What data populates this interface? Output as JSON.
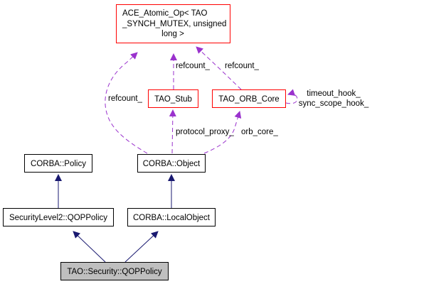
{
  "diagram": {
    "title": "TAO::Security::QOPPolicy collaboration graph",
    "colors": {
      "inheritance_edge": "#191970",
      "usage_edge": "#9a32cd",
      "node_border_default": "#000000",
      "node_border_undocumented": "#ff0000",
      "focus_node_fill": "#bfbfbf",
      "node_fill": "#ffffff"
    },
    "nodes": {
      "ace_atomic_op": {
        "lines": [
          "ACE_Atomic_Op< TAO",
          "_SYNCH_MUTEX, unsigned",
          "long >"
        ],
        "border": "red"
      },
      "tao_stub": {
        "lines": [
          "TAO_Stub"
        ],
        "border": "red"
      },
      "tao_orb_core": {
        "lines": [
          "TAO_ORB_Core"
        ],
        "border": "red"
      },
      "corba_policy": {
        "lines": [
          "CORBA::Policy"
        ],
        "border": "black"
      },
      "corba_object": {
        "lines": [
          "CORBA::Object"
        ],
        "border": "black"
      },
      "securitylevel2_qoppolicy": {
        "lines": [
          "SecurityLevel2::QOPPolicy"
        ],
        "border": "black"
      },
      "corba_localobject": {
        "lines": [
          "CORBA::LocalObject"
        ],
        "border": "black"
      },
      "tao_security_qoppolicy": {
        "lines": [
          "TAO::Security::QOPPolicy"
        ],
        "border": "black",
        "focus": true
      }
    },
    "edges": [
      {
        "from": "tao_stub",
        "to": "ace_atomic_op",
        "kind": "usage",
        "label": "refcount_"
      },
      {
        "from": "tao_orb_core",
        "to": "ace_atomic_op",
        "kind": "usage",
        "label": "refcount_"
      },
      {
        "from": "corba_object",
        "to": "ace_atomic_op",
        "kind": "usage",
        "label": "refcount_"
      },
      {
        "from": "corba_object",
        "to": "tao_stub",
        "kind": "usage",
        "label": "protocol_proxy_"
      },
      {
        "from": "corba_object",
        "to": "tao_orb_core",
        "kind": "usage",
        "label": "orb_core_"
      },
      {
        "from": "tao_orb_core",
        "to": "tao_orb_core",
        "kind": "usage",
        "label_lines": [
          "timeout_hook_",
          "sync_scope_hook_"
        ]
      },
      {
        "from": "securitylevel2_qoppolicy",
        "to": "corba_policy",
        "kind": "inheritance"
      },
      {
        "from": "corba_localobject",
        "to": "corba_object",
        "kind": "inheritance"
      },
      {
        "from": "tao_security_qoppolicy",
        "to": "securitylevel2_qoppolicy",
        "kind": "inheritance"
      },
      {
        "from": "tao_security_qoppolicy",
        "to": "corba_localobject",
        "kind": "inheritance"
      }
    ]
  }
}
